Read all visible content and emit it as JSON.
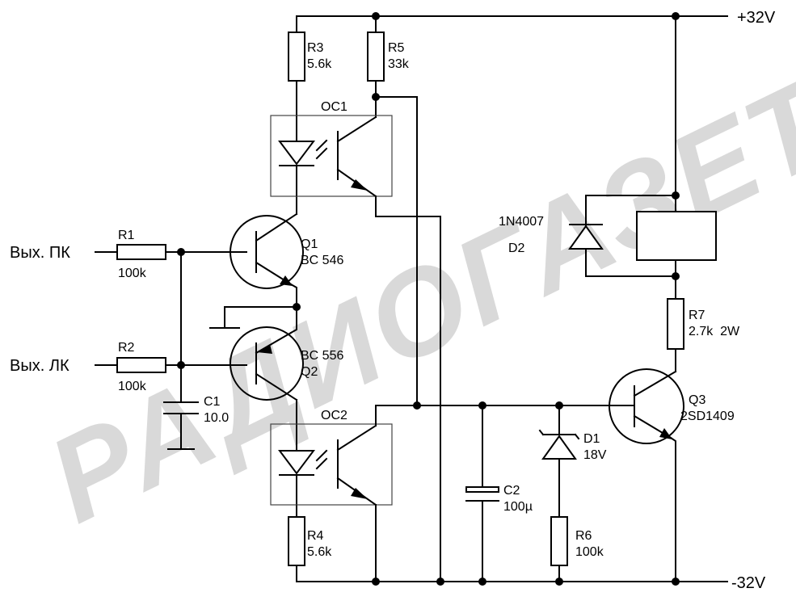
{
  "watermark": "РАДИОГАЗЕТА",
  "rails": {
    "positive": "+32V",
    "negative": "-32V"
  },
  "inputs": {
    "pk": "Вых. ПК",
    "lk": "Вых. ЛК"
  },
  "components": {
    "r1": {
      "ref": "R1",
      "value": "100k"
    },
    "r2": {
      "ref": "R2",
      "value": "100k"
    },
    "r3": {
      "ref": "R3",
      "value": "5.6k"
    },
    "r4": {
      "ref": "R4",
      "value": "5.6k"
    },
    "r5": {
      "ref": "R5",
      "value": "33k"
    },
    "r6": {
      "ref": "R6",
      "value": "100k"
    },
    "r7": {
      "ref": "R7",
      "value": "2.7k  2W"
    },
    "c1": {
      "ref": "C1",
      "value": "10.0"
    },
    "c2": {
      "ref": "C2",
      "value": "100µ"
    },
    "q1": {
      "ref": "Q1",
      "value": "BC 546"
    },
    "q2": {
      "ref": "Q2",
      "value": "BC 556"
    },
    "q3": {
      "ref": "Q3",
      "value": "2SD1409"
    },
    "d1": {
      "ref": "D1",
      "value": "18V"
    },
    "d2": {
      "ref": "D2",
      "value": "1N4007"
    },
    "oc1": {
      "ref": "OC1"
    },
    "oc2": {
      "ref": "OC2"
    }
  }
}
